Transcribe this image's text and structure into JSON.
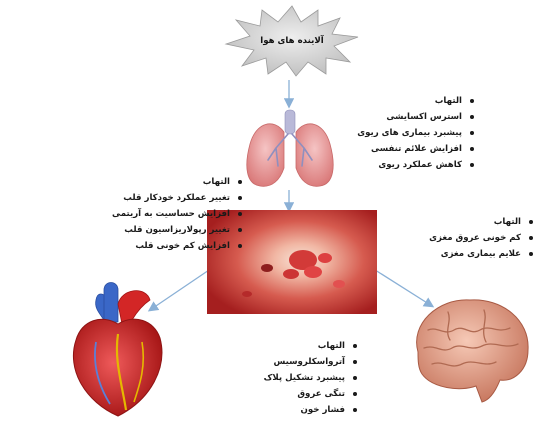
{
  "pollutants": {
    "label": "آلاینده های هوا"
  },
  "lungs_effects": {
    "items": [
      "التهاب",
      "استرس اکسایشی",
      "پیشبرد بیماری های ریوی",
      "افزایش علائم تنفسی",
      "کاهش عملکرد ریوی"
    ]
  },
  "heart_effects": {
    "items": [
      "التهاب",
      "تغییر عملکرد خودکار قلب",
      "افزایش حساسیت به آریتمی",
      "تغییر رپولاریزاسیون قلب",
      "افزایش کم خونی قلب"
    ]
  },
  "brain_effects": {
    "items": [
      "التهاب",
      "کم خونی عروق مغزی",
      "علایم بیماری مغزی"
    ]
  },
  "vessel_effects": {
    "items": [
      "التهاب",
      "آترواسکلروسیس",
      "پیشبرد تشکیل پلاک",
      "تنگی عروق",
      "فشار خون"
    ]
  },
  "colors": {
    "arrow": "#8ab0d6",
    "star": "#d4d4d4",
    "lung": "#e99a9a",
    "heart": "#d32626",
    "brain": "#e8a088",
    "vessel": "#c63a3a"
  },
  "icons": [
    "pollution-star",
    "lungs-icon",
    "blood-vessel-icon",
    "heart-icon",
    "brain-icon"
  ]
}
